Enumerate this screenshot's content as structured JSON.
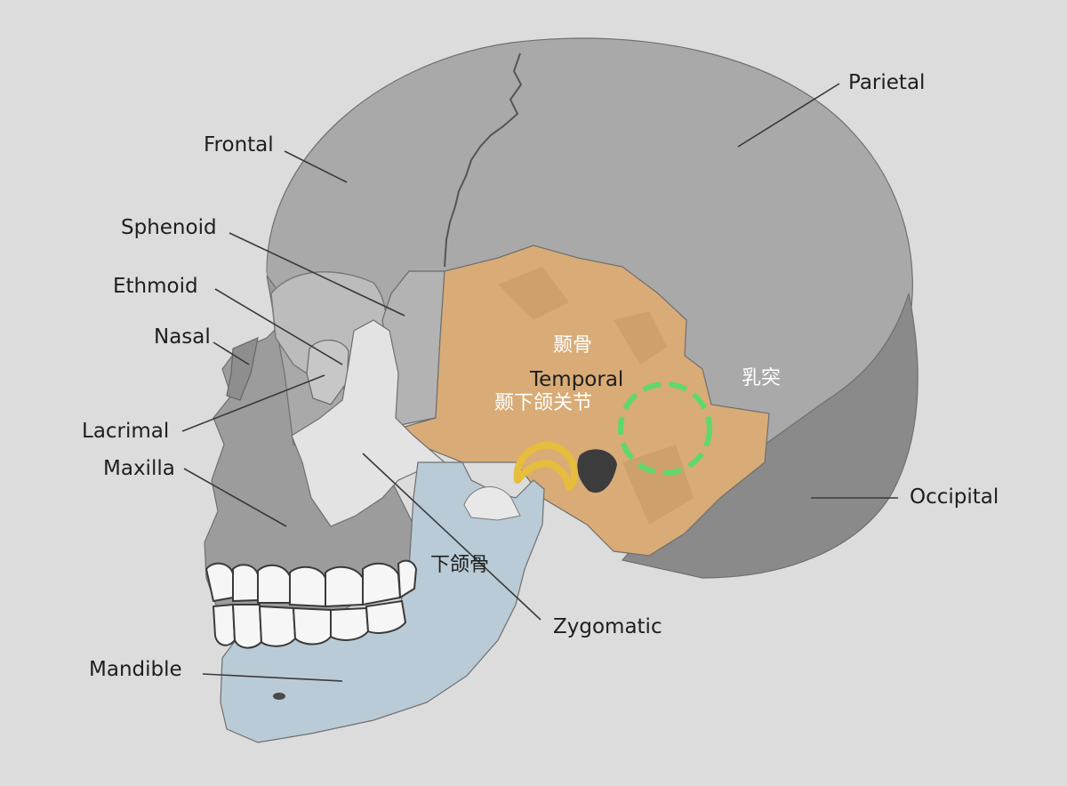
{
  "labels": {
    "frontal": "Frontal",
    "sphenoid": "Sphenoid",
    "ethmoid": "Ethmoid",
    "nasal": "Nasal",
    "lacrimal": "Lacrimal",
    "maxilla": "Maxilla",
    "mandible": "Mandible",
    "parietal": "Parietal",
    "occipital": "Occipital",
    "zygomatic": "Zygomatic",
    "temporal": "Temporal"
  },
  "annotations": {
    "temporal_cn": "颞骨",
    "tmj_cn": "颞下颌关节",
    "mastoid_cn": "乳突",
    "mandible_cn": "下颌骨"
  },
  "colors": {
    "background": "#dcdcdc",
    "cranium": "#a9a9a9",
    "face": "#9c9c9c",
    "occipital": "#8a8a8a",
    "temporal": "#d9ab76",
    "mandible": "#b9cbd6",
    "zygomatic": "#e3e3e3",
    "tmj_ring": "#e6bd3c",
    "mastoid_ring": "#5fd86e"
  }
}
